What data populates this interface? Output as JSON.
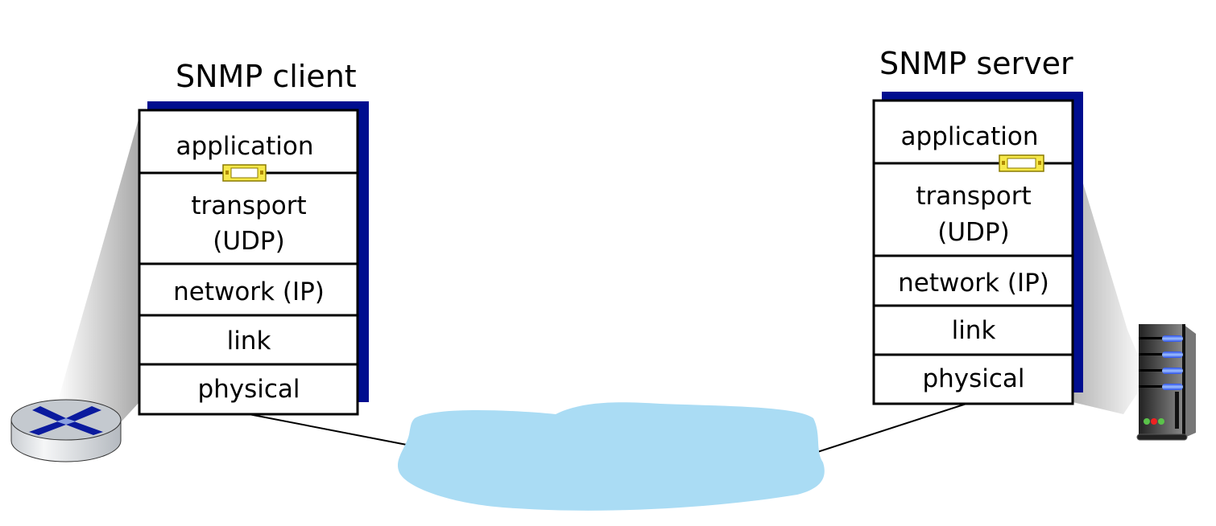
{
  "client": {
    "title": "SNMP client",
    "layers": {
      "application": "application",
      "transport": "transport",
      "transport_protocol": "(UDP)",
      "network": "network (IP)",
      "link": "link",
      "physical": "physical"
    },
    "device_icon": "router-icon"
  },
  "server": {
    "title": "SNMP server",
    "layers": {
      "application": "application",
      "transport": "transport",
      "transport_protocol": "(UDP)",
      "network": "network (IP)",
      "link": "link",
      "physical": "physical"
    },
    "device_icon": "server-icon"
  },
  "network_icon": "network-cloud-icon",
  "message_icon": "message-icon",
  "colors": {
    "stack_shadow": "#000e8f",
    "cloud": "#aadcf4",
    "message": "#f6e84a"
  }
}
